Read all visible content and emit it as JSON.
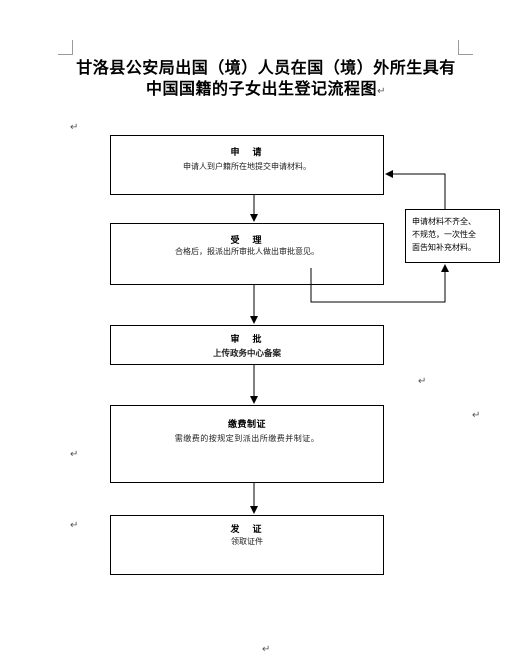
{
  "title": {
    "line1": "甘洛县公安局出国（境）人员在国（境）外所生具有",
    "line2": "中国国籍的子女出生登记流程图"
  },
  "paragraph_mark": "↵",
  "steps": [
    {
      "heading": "申　请",
      "text": "申请人到户籍所在地提交申请材料。"
    },
    {
      "heading": "受　理",
      "text": "合格后，报派出所审批人做出审批意见。"
    },
    {
      "heading": "审　批",
      "text": "上传政务中心备案"
    },
    {
      "heading": "缴费制证",
      "text": "需缴费的按规定到派出所缴费并制证。"
    },
    {
      "heading": "发　证",
      "text": "领取证件"
    }
  ],
  "side_note": {
    "line1": "申请材料不齐全、",
    "line2": "不规范，一次性全",
    "line3": "面告知补充材料。"
  }
}
